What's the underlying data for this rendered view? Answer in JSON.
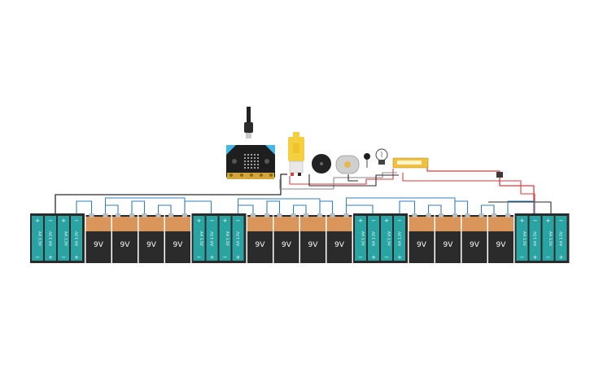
{
  "circuit": {
    "controller": {
      "name": "micro:bit",
      "icon": "microbit-board-icon"
    },
    "usb": {
      "icon": "usb-cable-icon"
    },
    "components": [
      {
        "id": "gear-motor",
        "icon": "yellow-gear-motor-icon"
      },
      {
        "id": "buzzer",
        "icon": "piezo-buzzer-icon"
      },
      {
        "id": "dc-motor",
        "icon": "dc-motor-icon"
      },
      {
        "id": "microphone",
        "icon": "electret-microphone-icon"
      },
      {
        "id": "light-bulb",
        "icon": "light-bulb-icon"
      },
      {
        "id": "led-strip",
        "icon": "led-strip-icon"
      },
      {
        "id": "push-button",
        "icon": "push-button-icon"
      }
    ],
    "aa_label": "AA 1.5V",
    "nine_v_label": "9V",
    "plus_sign": "+",
    "minus_sign": "−",
    "battery_bank": [
      {
        "type": "aa4"
      },
      {
        "type": "9v"
      },
      {
        "type": "9v"
      },
      {
        "type": "9v"
      },
      {
        "type": "9v"
      },
      {
        "type": "aa4"
      },
      {
        "type": "9v"
      },
      {
        "type": "9v"
      },
      {
        "type": "9v"
      },
      {
        "type": "9v"
      },
      {
        "type": "aa4"
      },
      {
        "type": "9v"
      },
      {
        "type": "9v"
      },
      {
        "type": "9v"
      },
      {
        "type": "9v"
      },
      {
        "type": "aa4"
      }
    ],
    "colors": {
      "wire_black": "#2a2a2a",
      "wire_blue": "#2f7fc4",
      "wire_red": "#e03a3a",
      "wire_gray": "#888888",
      "aa_teal": "#2aa3a3",
      "battery_body": "#2b2b2b",
      "nine_v_cap": "#d9955a",
      "gear_motor_yellow": "#f4d03f",
      "led_strip_yellow": "#f0c040"
    }
  }
}
